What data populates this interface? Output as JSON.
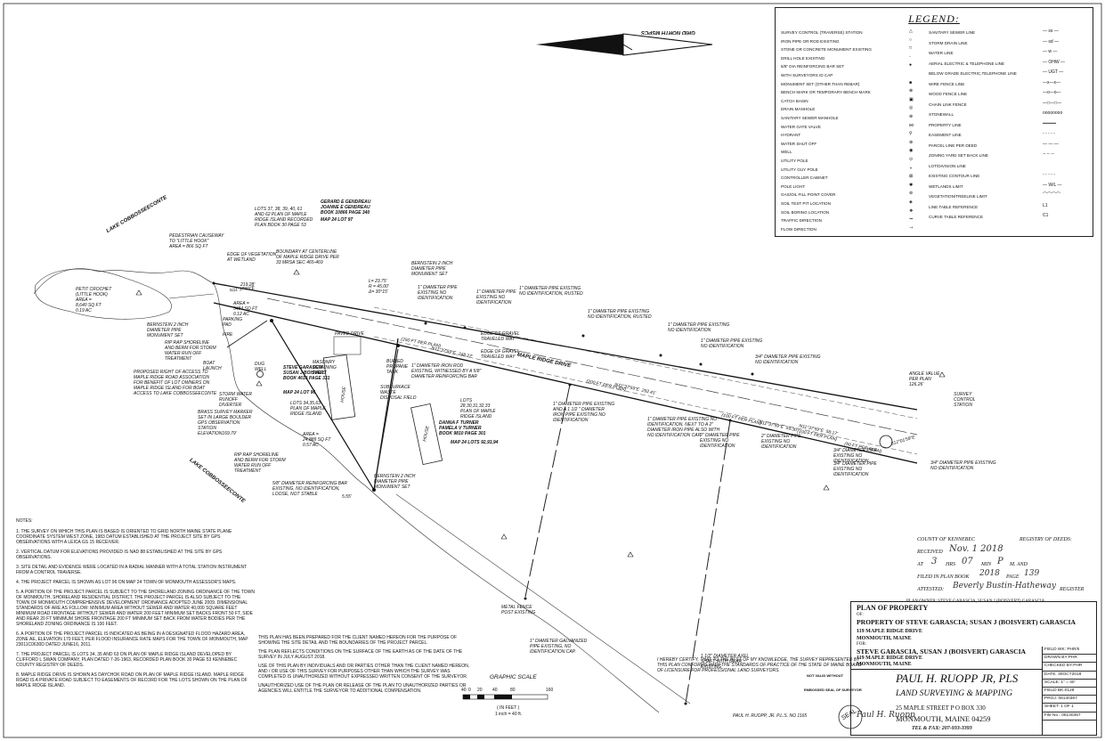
{
  "legend": {
    "title": "LEGEND:",
    "left_items": [
      {
        "label": "SURVEY CONTROL (TRAVERSE) STATION",
        "symbol": "△"
      },
      {
        "label": "IRON PIPE OR ROD EXISTING",
        "symbol": "○"
      },
      {
        "label": "STONE OR CONCRETE MONUMENT EXISTING",
        "symbol": "□"
      },
      {
        "label": "DRILL HOLE EXISTING",
        "symbol": "◦"
      },
      {
        "label": "5/8\" DIA REINFORCING BAR SET",
        "symbol": "●"
      },
      {
        "label": "WITH SURVEYORS ID CAP",
        "symbol": ""
      },
      {
        "label": "MONUMENT SET (OTHER THAN REBAR)",
        "symbol": "■"
      },
      {
        "label": "BENCH MARK OR TEMPORARY BENCH MARK",
        "symbol": "⊗"
      },
      {
        "label": "CATCH BASIN",
        "symbol": "▣"
      },
      {
        "label": "DRAIN MANHOLE",
        "symbol": "◎"
      },
      {
        "label": "SANITARY SEWER MANHOLE",
        "symbol": "⊛"
      },
      {
        "label": "WATER GATE VALVE",
        "symbol": "⋈"
      },
      {
        "label": "HYDRANT",
        "symbol": "⚲"
      },
      {
        "label": "WATER SHUT OFF",
        "symbol": "⊕"
      },
      {
        "label": "WELL",
        "symbol": "◉"
      },
      {
        "label": "UTILITY POLE",
        "symbol": "⊙"
      },
      {
        "label": "UTILITY GUY POLE",
        "symbol": "◑"
      },
      {
        "label": "CONTROLLER CABINET",
        "symbol": "⊠"
      },
      {
        "label": "POLE LIGHT",
        "symbol": "✱"
      },
      {
        "label": "GAS/OIL FILL POINT COVER",
        "symbol": "⊚"
      },
      {
        "label": "SOIL TEST PIT LOCATION",
        "symbol": "◈"
      },
      {
        "label": "SOIL BORING LOCATION",
        "symbol": "❖"
      },
      {
        "label": "TRAFFIC DIRECTION",
        "symbol": "➞"
      },
      {
        "label": "FLOW DIRECTION",
        "symbol": "⇢"
      }
    ],
    "right_items": [
      {
        "label": "SANITARY SEWER LINE",
        "line": "— ss —"
      },
      {
        "label": "STORM DRAIN LINE",
        "line": "— sd —"
      },
      {
        "label": "WATER LINE",
        "line": "— w —"
      },
      {
        "label": "AERIAL ELECTRIC & TELEPHONE LINE",
        "line": "— OHW —"
      },
      {
        "label": "BELOW GRADE ELECTRIC,TELEPHONE LINE",
        "line": "— UGT —"
      },
      {
        "label": "WIRE FENCE LINE",
        "line": "—x—x—"
      },
      {
        "label": "WOOD FENCE LINE",
        "line": "—o—o—"
      },
      {
        "label": "CHAIN LINK FENCE",
        "line": "—□—□—"
      },
      {
        "label": "STONEWALL",
        "line": "oooooooo"
      },
      {
        "label": "PROPERTY LINE",
        "line": "━━━━━"
      },
      {
        "label": "EASEMENT LINE",
        "line": "- - - - -"
      },
      {
        "label": "PARCEL LINE PER DEED",
        "line": "— — —"
      },
      {
        "label": "ZONING YARD SET BACK LINE",
        "line": "-- -- --"
      },
      {
        "label": "LOT/DIVISION LINE",
        "line": ""
      },
      {
        "label": "EXISTING CONTOUR LINE",
        "line": "- - - - -"
      },
      {
        "label": "WETLANDS LIMIT",
        "line": "— W/L —"
      },
      {
        "label": "VEGETATION/TREELINE LIMIT",
        "line": "⌒⌒⌒⌒"
      },
      {
        "label": "LINE TABLE REFERENCE",
        "line": "L1"
      },
      {
        "label": "CURVE TABLE REFERENCE",
        "line": "C1"
      }
    ]
  },
  "north_arrow": {
    "label": "GRID NORTH MSPCS"
  },
  "map_labels": {
    "lake_top": "LAKE COBBOSSEECONTE",
    "lake_bottom": "LAKE COBBOSSEECONTE",
    "road": "MAPLE RIDGE DRIVE",
    "lots_37": "LOTS 37, 38, 39, 40, 61\nAND 62 PLAN OF MAPLE\nRIDGE ISLAND RECORDED\nPLAN BOOK 30 PAGE 53",
    "gerard": "GERARD E GENDREAU\nJOANNE E GENDREAU\nBOOK 10866 PAGE 340",
    "map24lot97": "MAP 24 LOT 97",
    "causeway": "PEDESTRIAN CAUSEWAY\nTO \"LITTLE HOOK\"\nAREA = 866 SQ FT",
    "petit": "PETIT CROCHET\n(LITTLE HOOK)\nAREA =\n8,640 SQ FT\n0.19 AC",
    "edge_veg": "EDGE OF VEGETATION\nAT WETLAND",
    "boundary": "BOUNDARY AT CENTERLINE\nOF MAPLE RIDGE DRIVE PER\n33 MRSA SEC 465-469",
    "bernstein_left": "BERNSTEIN 2 INCH\nDIAMETER PIPE\nMONUMENT SET",
    "riprap": "RIP RAP SHORELINE\nAND BERM FOR STORM\nWATER RUN OFF\nTREATMENT",
    "boat_launch": "BOAT\nLAUNCH",
    "proposed_row": "PROPOSED RIGHT OF ACCESS TO\nMAPLE RIDGE ROAD ASSOCIATION\nFOR BENEFIT OF LOT OWNERS ON\nMAPLE RIDGE ISLAND FOR BOAT\nACCESS TO LAKE COBBOSSEECONTE",
    "area_small": "AREA =\n5484 SQ FT\n0.12 AC",
    "parking": "PARKING\nPAD",
    "fire": "FIRE",
    "dug_well": "DUG\nWELL",
    "owners_main": "STEVE GARASCIA\nSUSAN J BOISVERT\nBOOK 4616 PAGE 331",
    "map24lot96": "MAP 24 LOT 96",
    "lots_34": "LOTS 34,35,63\nPLAN OF MAPLE\nRIDGE ISLAND",
    "storm_diverter": "STORM WATER\nRUNOFF\nDIVERTER",
    "brass": "BRASS SURVEY MARKER\nSET IN LARGE BOULDER\nGPS OBSERVATION\nSTATION\nELEVATION169.79'",
    "area_main": "AREA =\n24,889 SQ FT\n0.57 AC",
    "riprap2": "RIP RAP SHORELINE\nAND BERM FOR STORM\nWATER RUN OFF\nTREATMENT",
    "rebar_existing": "5/8\" DIAMETER REINFORCING BAR\nEXISTING, NO IDENTIFICATION,\nLOOSE, NOT STABLE",
    "bernstein_lower": "BERNSTEIN 2 INCH\nDIAMETER PIPE\nMONUMENT SET",
    "paved_drive": "PAVED DRIVE",
    "masonry": "MASONRY\nRETAINING\nWALL",
    "house": "HOUSE",
    "buried_propane": "BURIED\nPROPANE\nTANK",
    "subsurface": "SUBSURFACE\nWASTE\nDISPOSAL FIELD",
    "iron_rod": "1\" DIAMETER IRON ROD\nEXISTING, WITNESSED BY A 5/8\"\nDIAMETER REINFORCING BAR",
    "lots_28": "LOTS\n28,30,31,32,33\nPLAN OF MAPLE\nRIDGE ISLAND",
    "turner": "DANNA F TURNER\nPAMELA V TURNER\nBOOK 9810 PAGE 301",
    "map24lots": "MAP 24 LOTS 92,93,94",
    "house2": "HOUSE",
    "pipe_noid1": "1\" DIAMETER PIPE\nEXISTING NO\nIDENTIFICATION",
    "pipe_noid2": "1\" DIAMETER PIPE\nEXISTING NO\nIDENTIFICATION",
    "pipe_rusted1": "1\" DIAMETER PIPE EXISTING\nNO IDENTIFICATION, RUSTED",
    "pipe_rusted2": "1\" DIAMETER PIPE EXISTING\nNO IDENTIFICATION, RUSTED",
    "pipe_noid3": "1\" DIAMETER PIPE EXISTING\nNO IDENTIFICATION",
    "pipe_noid4": "1\" DIAMETER PIPE EXISTING\nNO IDENTIFICATION",
    "pipe_noid5": "3/4\" DIAMETER PIPE EXISTING\nNO IDENTIFICATION",
    "bernstein_top": "BERNSTEIN 2 INCH\nDIAMETER PIPE\nMONUMENT SET",
    "gravel1": "EDGE OF GRAVEL\nTRAVELED WAY",
    "gravel2": "EDGE OF GRAVEL\nTRAVELED WAY",
    "pipe_112": "1\" DIAMETER PIPE EXISTING\nAND A 1 1/2 \" DIAMETER\nIRON PIPE EXISTING NO\nIDENTIFICATION",
    "pipe_next": "1\" DIAMETER PIPE EXISTING NO\nIDENTIFICATION, NEXT TO A 2\"\nDIAMETER IRON PIPE ALSO WITH\nNO IDENTIFICATION CAP",
    "pipe_2in": "2\" DIAMETER PIPE\nEXISTING NO\nIDENTIFICATION",
    "pipe_2in_b": "2\" DIAMETER PIPE\nEXISTING NO\nIDENTIFICATION",
    "pipe_34b": "3/4\" DIAMETER PIPE\nEXISTING NO\nIDENTIFICATION",
    "pipe_34c": "3/4\" DIAMETER PIPE\nEXISTING NO\nIDENTIFICATION",
    "pipe_34d": "3/4\" DIAMETER PIPE EXISTING\nNO IDENTIFICATION",
    "angle_value": "ANGLE VALUE\nPER PLAN\n126.26'",
    "survey_control": "SURVEY\nCONTROL\nSTATION",
    "metal_fence": "METAL FENCE\nPOST EXISTING",
    "galvanized": "1\" DIAMETER GALVANIZED\nPIPE EXISTING, NO\nIDENTIFICATION CAP.",
    "axel": "1 1/2\" DIAMETER AXEL\nSHAFT WITH GEAR,\nEXISTING",
    "bearing1": "N11°37'59\"E",
    "bearing2": "N11°37'59\"E  248.27'",
    "bearing3": "N11°37'59\"E  292.41'",
    "bearing4": "N11°37'59\"E  59.30'",
    "bearing5": "N11°37'59\"E  58.17'",
    "bearing6": "S12°01'59\"E",
    "dist_200": "(200 FT PER PLAN)",
    "dist_250": "(250 FT PER PLAN)",
    "dist_100a": "(100 FT PER PLAN)",
    "dist_100b": "(100 FT PER PLAN)",
    "dist_50": "(50 FT PER PLAN)",
    "curve": "L= 23.75'\nR = 45.00'\nΔ= 30°15'",
    "dim_219": "219.28'",
    "dim_5_55": "5.55'"
  },
  "notes": {
    "heading": "NOTES:",
    "items": [
      "1.   THE SURVEY ON WHICH THIS PLAN IS BASED IS ORIENTED TO GRID NORTH MAINE STATE PLANE COORDINATE SYSTEM WEST ZONE, 1983 DATUM ESTABLISHED AT THE PROJECT SITE BY GPS OBSERVATIONS WITH A LEICA GS 15 RECEIVER.",
      "2.   VERTICAL DATUM FOR ELEVATIONS PROVIDED IS NAD 88 ESTABLISHED AT THE SITE BY GPS OBSERVATIONS.",
      "3.   SITE DETAIL AND EVIDENCE WERE LOCATED IN A RADIAL MANNER WITH A TOTAL STATION INSTRUMENT FROM A CONTROL TRAVERSE.",
      "4.   THE PROJECT PARCEL IS SHOWN AS LOT 96 ON MAP 24 TOWN OF MONMOUTH ASSESSOR'S MAPS.",
      "5.   A PORTION OF THE PROJECT PARCEL IS SUBJECT TO THE SHORELAND ZONING ORDINANCE OF THE TOWN OF MONMOUTH, SHORELAND RESIDENTIAL DISTRICT. THE PROJECT PARCEL IS ALSO SUBJECT TO THE TOWN OF MONMOUTH COMPREHENSIVE DEVELOPMENT ORDINANCE ADOPTED JUNE 2009. DIMENSIONAL STANDARDS OF ARE AS FOLLOW: MINIMUM AREA WITHOUT SEWER AND WATER 40,000 SQUARE FEET MINIMUM ROAD FRONTAGE WITHOUT SEWER AND WATER 200 FEET MINIMUM SET BACKS FRONT 50 FT, SIDE AND REAR 20 FT MINIMUM SHORE FRONTAGE 200 FT MINIMUM SET BACK FROM WATER BODIES PER THE SHORELAND ZONING ORDINANCE IS 100 FEET.",
      "6.   A PORTION OF THE PROJECT PARCEL IS INDICATED AS BEING IN A DESIGNATED FLOOD HAZARD AREA, ZONE AE, ELEVATION 170 FEET, PER FLOOD INSURANCE RATE MAPS FOR THE TOWN OF MONMOUTH, MAP 23011C0630D DATED JUNE16, 2011.",
      "7.   THE PROJECT PARCEL IS LOTS 34, 35 AND 63 ON PLAN OF MAPLE RIDGE ISLAND DEVELOPED BY CLIFFORD L SWAN COMPANY, PLAN DATED 7-26-1963, RECORDED PLAN BOOK 30 PAGE 53 KENNEBEC COUNTY REGISTRY OF DEEDS.",
      "8.   MAPLE RIDGE DRIVE IS SHOWN AS DAYCHOK ROAD ON PLAN OF MAPLE RIDGE ISLAND. MAPLE RIDGE ROAD IS A PRIVATE ROAD SUBJECT TO EASEMENTS OF RECORD FOR THE LOTS SHOWN ON THE PLAN OF MAPLE RIDGE ISLAND."
    ]
  },
  "statements": [
    "THIS PLAN HAS BEEN PREPARED FOR THE CLIENT NAMED HEREON FOR THE PURPOSE OF SHOWING THE SITE DETAIL AND THE BOUNDARIES OF THE PROJECT PARCEL.",
    "THE PLAN REFLECTS CONDITIONS ON THE SURFACE OF THE EARTH AS OF THE DATE OF THE SURVEY IN JULY AUGUST 2018.",
    "USE OF THIS PLAN BY INDIVIDUALS AND OR PARTIES OTHER THAN THE CLIENT NAMED HEREON, AND / OR USE OF THIS SURVEY FOR PURPOSES OTHER THAN WHICH THE SURVEY WAS COMPLETED IS UNAUTHORIZED WITHOUT EXPRESSED WRITTEN CONSENT OF THE SURVEYOR.",
    "UNAUTHORIZED USE OF THE PLAN OR RELEASE OF THE PLAN TO UNAUTHORIZED PARTIES OR AGENCIES WILL ENTITLE THE SURVEYOR TO ADDITIONAL COMPENSATION."
  ],
  "scale": {
    "title": "GRAPHIC SCALE",
    "ticks": [
      "40",
      "0",
      "20",
      "40",
      "80",
      "160"
    ],
    "unit": "( IN FEET )",
    "ratio": "1 inch = 40 ft."
  },
  "certification": {
    "text": "I HEREBY CERTIFY, THAT TO THE BEST OF MY KNOWLEDGE, THE SURVEY REPRESENTED BY THIS PLAN CONFORMS WITH THE STANDARDS OF PRACTICE OF THE STATE OF MAINE BOARD OF LICENSURE FOR PROFESSIONAL LAND SURVEYORS.",
    "signer": "PAUL H. RUOPP, JR. P.L.S. NO 1165",
    "not_valid": "NOT VALID WITHOUT",
    "embossed": "EMBOSSED SEAL OF SURVEYOR",
    "seal": "SEAL"
  },
  "registry": {
    "county": "COUNTY OF KENNEBEC",
    "registry_label": "REGISTRY OF DEEDS:",
    "received_label": "RECEIVED",
    "received_value": "Nov. 1 2018",
    "at_label": "AT",
    "hrs_value": "3",
    "hrs_label": "HRS",
    "min_value": "07",
    "min_label": "MIN",
    "ampm_value": "P",
    "m_label": "M. AND",
    "filed_label": "FILED IN PLAN BOOK",
    "book_value": "2018",
    "page_label": "PAGE",
    "page_value": "139",
    "attested_label": "ATTESTED:",
    "register_label": "REGISTER",
    "plan_owner": "PLAN OWNER: STEVE GARASCIA, SUSAN J (BOISVERT) GARASCIA"
  },
  "title_block": {
    "plan_of": "PLAN OF PROPERTY",
    "of_label": "OF:",
    "property": "PROPERTY OF STEVE GARASCIA; SUSAN J (BOISVERT) GARASCIA",
    "address1": "119 MAPLE RIDGE DRIVE",
    "city1": "MONMOUTH, MAINE",
    "for_label": "FOR:",
    "client": "STEVE GARASCIA, SUSAN J (BOISVERT) GARASCIA",
    "address2": "119 MAPLE RIDGE DRIVE",
    "city2": "MONMOUTH, MAINE",
    "firm_name": "PAUL H. RUOPP JR, PLS",
    "firm_sub": "LAND SURVEYING & MAPPING",
    "street": "25 MAPLE STREET     P O BOX 330",
    "town": "MONMOUTH,      MAINE   04259",
    "phone": "TEL & FAX: 207-933-3393"
  },
  "side_info": [
    "FIELD WK: PHR/II",
    "DRAWN BY:PHR",
    "CHECKED BY:PHR",
    "DATE: 30OCT2018",
    "SCALE:    1\" = 40'",
    "FIELD BK:0128",
    "PROJ:  06140367",
    "SHEET: 1   OF   1",
    "File No.: 06140367"
  ]
}
